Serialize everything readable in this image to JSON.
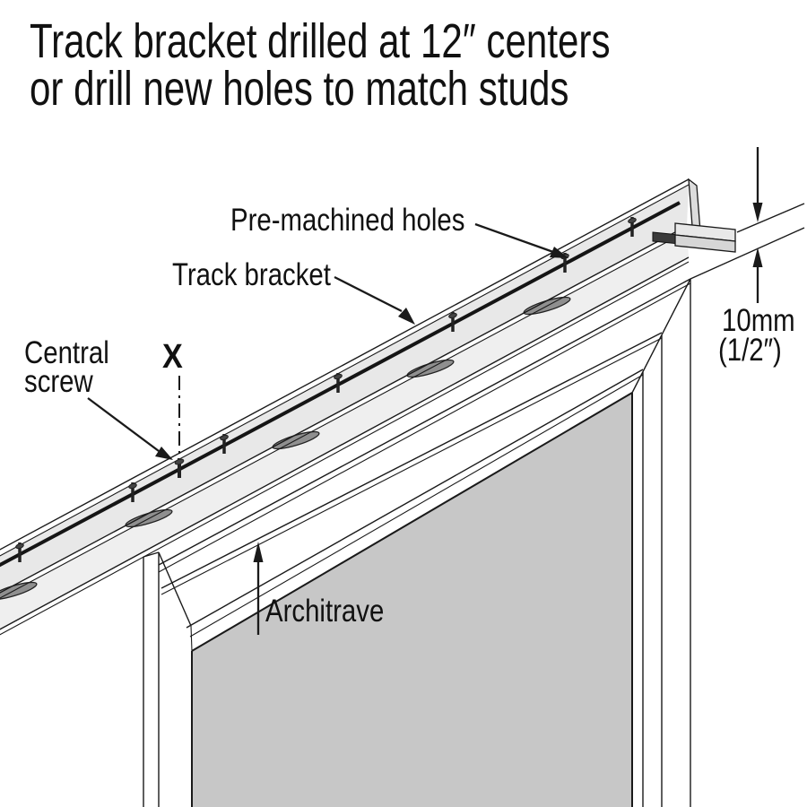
{
  "title": {
    "line1": "Track bracket drilled at 12″ centers",
    "line2": "or drill new holes to match studs"
  },
  "labels": {
    "pre_machined_holes": "Pre-machined holes",
    "track_bracket": "Track bracket",
    "central_screw_line1": "Central",
    "central_screw_line2": "screw",
    "position_marker": "X",
    "architrave": "Architrave",
    "dimension_mm": "10mm",
    "dimension_inch": "(1/2″)"
  },
  "colors": {
    "line": "#1a1a1a",
    "track_fill": "#e8e8e8",
    "shelf_fill": "#efefef",
    "door_fill": "#c7c7c7",
    "slot_fill": "#8f8f8f",
    "background": "#ffffff"
  }
}
